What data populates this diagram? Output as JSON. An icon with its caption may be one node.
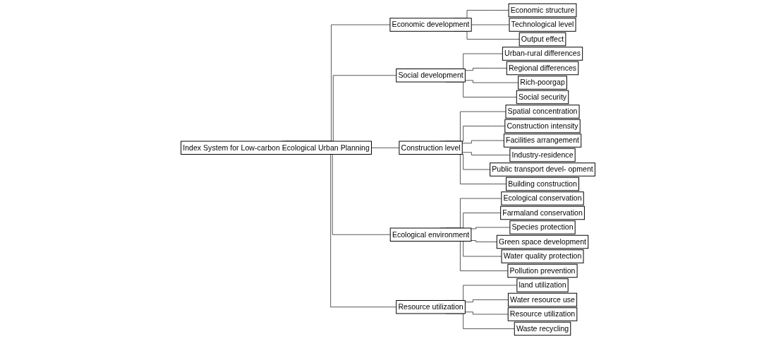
{
  "diagram": {
    "nodes": [
      {
        "text": [
          "Index System for Low-carbon Ecological Urban Planning"
        ]
      },
      {
        "text": [
          "Economic development"
        ]
      },
      {
        "text": [
          "Social development"
        ]
      },
      {
        "text": [
          "Construction level"
        ]
      },
      {
        "text": [
          "Ecological environment"
        ]
      },
      {
        "text": [
          "Resource utilization"
        ]
      },
      {
        "text": [
          "Economic structure"
        ]
      },
      {
        "text": [
          "Technological level"
        ]
      },
      {
        "text": [
          "Output effect"
        ]
      },
      {
        "text": [
          "Urban-rural differences"
        ]
      },
      {
        "text": [
          "Regional differences"
        ]
      },
      {
        "text": [
          "Rich-poorgap"
        ]
      },
      {
        "text": [
          "Social security"
        ]
      },
      {
        "text": [
          "Spatial concentration"
        ]
      },
      {
        "text": [
          "Construction intensity"
        ]
      },
      {
        "text": [
          "Facilities arrangement"
        ]
      },
      {
        "text": [
          "Industry-residence"
        ]
      },
      {
        "text": [
          "Public transport devel- opment"
        ]
      },
      {
        "text": [
          "Building construction"
        ]
      },
      {
        "text": [
          "Ecological conservation"
        ]
      },
      {
        "text": [
          "Farmaland conservation"
        ]
      },
      {
        "text": [
          "Species protection"
        ]
      },
      {
        "text": [
          "Green space development"
        ]
      },
      {
        "text": [
          "Water quality protection"
        ]
      },
      {
        "text": [
          "Pollution prevention"
        ]
      },
      {
        "text": [
          "land utilization"
        ]
      },
      {
        "text": [
          "Water resource use"
        ]
      },
      {
        "text": [
          "Resource utilization"
        ]
      },
      {
        "text": [
          "Waste recycling"
        ]
      }
    ],
    "edges": [
      {
        "from": 0,
        "to": 1,
        "arrow": "none"
      },
      {
        "from": 0,
        "to": 2,
        "arrow": "none"
      },
      {
        "from": 0,
        "to": 3,
        "arrow": "none"
      },
      {
        "from": 0,
        "to": 4,
        "arrow": "none"
      },
      {
        "from": 0,
        "to": 5,
        "arrow": "none"
      },
      {
        "from": 1,
        "to": 6,
        "arrow": "none"
      },
      {
        "from": 1,
        "to": 7,
        "arrow": "none"
      },
      {
        "from": 1,
        "to": 8,
        "arrow": "none"
      },
      {
        "from": 2,
        "to": 9,
        "arrow": "none"
      },
      {
        "from": 2,
        "to": 10,
        "arrow": "none"
      },
      {
        "from": 2,
        "to": 11,
        "arrow": "none"
      },
      {
        "from": 2,
        "to": 12,
        "arrow": "none"
      },
      {
        "from": 3,
        "to": 13,
        "arrow": "none"
      },
      {
        "from": 3,
        "to": 14,
        "arrow": "none"
      },
      {
        "from": 3,
        "to": 15,
        "arrow": "none"
      },
      {
        "from": 3,
        "to": 16,
        "arrow": "none"
      },
      {
        "from": 3,
        "to": 17,
        "arrow": "none"
      },
      {
        "from": 3,
        "to": 18,
        "arrow": "none"
      },
      {
        "from": 4,
        "to": 19,
        "arrow": "none"
      },
      {
        "from": 4,
        "to": 20,
        "arrow": "none"
      },
      {
        "from": 4,
        "to": 21,
        "arrow": "none"
      },
      {
        "from": 4,
        "to": 22,
        "arrow": "none"
      },
      {
        "from": 4,
        "to": 23,
        "arrow": "none"
      },
      {
        "from": 4,
        "to": 24,
        "arrow": "none"
      },
      {
        "from": 5,
        "to": 25,
        "arrow": "none"
      },
      {
        "from": 5,
        "to": 26,
        "arrow": "none"
      },
      {
        "from": 5,
        "to": 27,
        "arrow": "none"
      },
      {
        "from": 5,
        "to": 28,
        "arrow": "none"
      }
    ]
  }
}
